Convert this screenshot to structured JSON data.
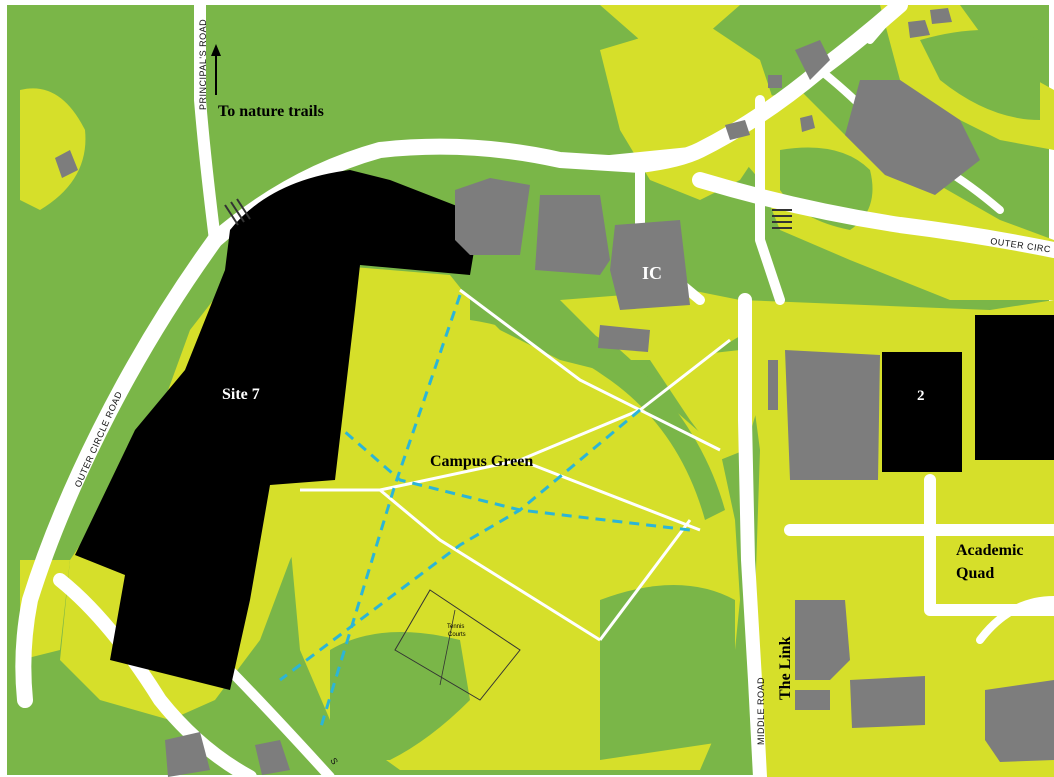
{
  "labels": {
    "principals_road": "PRINCIPAL'S ROAD",
    "to_nature_trails": "To nature trails",
    "outer_circle_road_west": "OUTER CIRCLE ROAD",
    "outer_circle_road_east": "OUTER CIRC",
    "middle_road": "MIDDLE ROAD",
    "site_7": "Site 7",
    "ic": "IC",
    "campus_green": "Campus Green",
    "building_2": "2",
    "academic": "Academic",
    "quad": "Quad",
    "the_link": "The Link",
    "tennis": "Tennis",
    "courts": "Courts",
    "bottom_road_fragment": "S"
  },
  "colors": {
    "grass_dark": "#7ab648",
    "grass_light": "#d6df2a",
    "road": "#ffffff",
    "building_black": "#000000",
    "building_grey": "#7d7d7d",
    "path_dashed": "#2cb5d6"
  }
}
